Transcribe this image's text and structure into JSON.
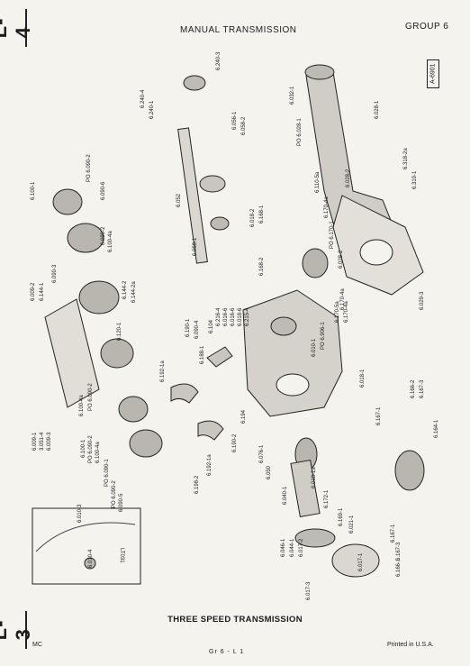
{
  "header": {
    "section_tab_top": "L-4",
    "section_tab_bottom": "L-3",
    "title": "MANUAL TRANSMISSION",
    "group": "GROUP 6",
    "figure_id": "A-6901"
  },
  "caption": "THREE SPEED TRANSMISSION",
  "footer": {
    "left": "MC",
    "center": "Gr 6 - L 1",
    "right": "Printed in U.S.A."
  },
  "inset": {
    "labels": [
      "6.010-3",
      "6.010-4"
    ],
    "stamp": "LT031"
  },
  "part_labels": [
    "6.240-4",
    "6.240-1",
    "6.240-3",
    "6.056-1",
    "6.058-2",
    "6.052",
    "6.058-1",
    "6.018-2",
    "6.168-1",
    "6.168-2",
    "6.032-1",
    "PO 6.028-1",
    "6.028-1",
    "6.110-5a",
    "6.170-4a",
    "6.028-2",
    "6.318-2a",
    "6.319-1",
    "PO 6.170-1",
    "6.028-2",
    "6.170-4a",
    "6.029-3",
    "6.100-1",
    "PO 6.090-2",
    "6.090-6",
    "6.090-2",
    "6.100-4a",
    "6.009-2",
    "6.144-1",
    "6.090-3",
    "6.144-2",
    "6.144-2a",
    "6.120-1",
    "6.216-4",
    "6.016-6",
    "6.016-6",
    "6.018-6",
    "6.215-4",
    "6.104",
    "6.190-1",
    "6.090-4",
    "6.188-1",
    "6.192-1a",
    "6.009-1",
    "3.051-4",
    "6.009-3",
    "6.100-4a",
    "PO 6.090-2",
    "6.100-1",
    "PO 6.090-2",
    "6.100-4a",
    "PO 6.090-1",
    "PO 6.090-2",
    "6.090-5",
    "6.170-5a",
    "6.170-4a",
    "6.010-1",
    "PO 6.906-1",
    "6.018-1",
    "6.166-2",
    "6.167-3",
    "6.167-1",
    "6.164-1",
    "6.198-2",
    "6.192-1a",
    "6.190-2",
    "6.194",
    "6.076-1",
    "6.050",
    "6.040-1",
    "6.018-1a",
    "6.172-1",
    "6.169-1",
    "6.021-1",
    "6.167-1",
    "6.167-3",
    "6.166-1",
    "6.046-1",
    "6.044-1",
    "6.017-2",
    "6.017-1",
    "6.017-3"
  ]
}
